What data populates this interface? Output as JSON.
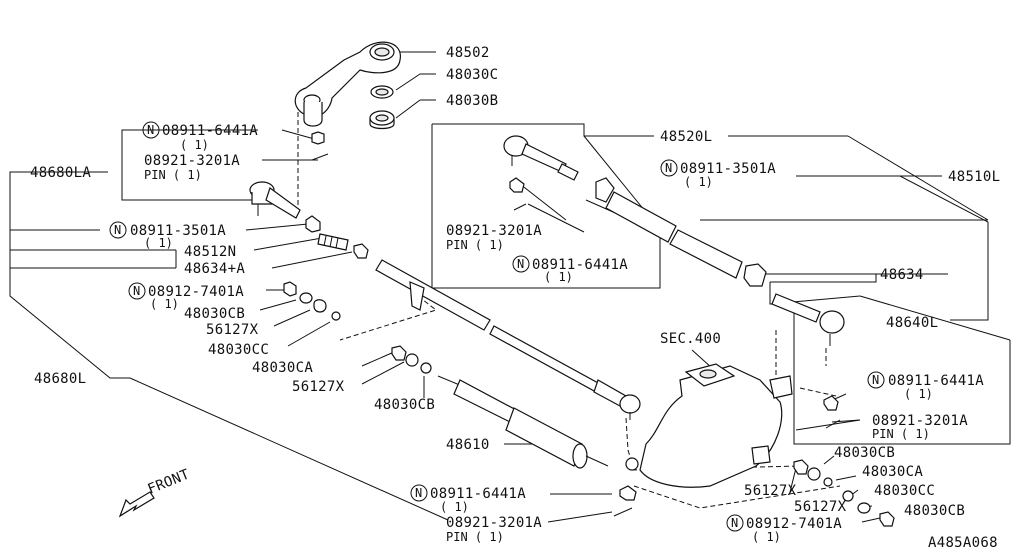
{
  "diagram": {
    "labels": {
      "p48502": "48502",
      "p48030C": "48030C",
      "p48030B": "48030B",
      "p48520L": "48520L",
      "p48510L": "48510L",
      "p48680LA": "48680LA",
      "p48680L": "48680L",
      "p48512N": "48512N",
      "p48634A": "48634+A",
      "p48634": "48634",
      "p48640L": "48640L",
      "p48610": "48610",
      "sec400": "SEC.400",
      "front": "FRONT",
      "diag_code": "A485A068",
      "nut_a_top": "08911-6441A",
      "nut_a_top_qty": "( 1)",
      "pin_top": "08921-3201A",
      "pin_top_sub": "PIN ( 1)",
      "nut_b_left": "08911-3501A",
      "nut_b_left_qty": "( 1)",
      "bolt_left": "08912-7401A",
      "bolt_left_qty": "( 1)",
      "w48030CB_left": "48030CB",
      "w56127X_left": "56127X",
      "w48030CC_left": "48030CC",
      "w48030CA_mid": "48030CA",
      "w56127X_mid": "56127X",
      "w48030CB_mid": "48030CB",
      "pin_box": "08921-3201A",
      "pin_box_sub": "PIN ( 1)",
      "nut_box": "08911-6441A",
      "nut_box_qty": "( 1)",
      "nut_b_right": "08911-3501A",
      "nut_b_right_qty": "( 1)",
      "nut_right": "08911-6441A",
      "nut_right_qty": "( 1)",
      "pin_right": "08921-3201A",
      "pin_right_sub": "PIN ( 1)",
      "w48030CB_r1": "48030CB",
      "w56127X_r1": "56127X",
      "w48030CA_r": "48030CA",
      "w48030CC_r": "48030CC",
      "w56127X_r2": "56127X",
      "w48030CB_r2": "48030CB",
      "bolt_right": "08912-7401A",
      "bolt_right_qty": "( 1)",
      "nut_bottom": "08911-6441A",
      "nut_bottom_qty": "( 1)",
      "pin_bottom": "08921-3201A",
      "pin_bottom_sub": "PIN ( 1)",
      "n_mark": "N"
    }
  }
}
